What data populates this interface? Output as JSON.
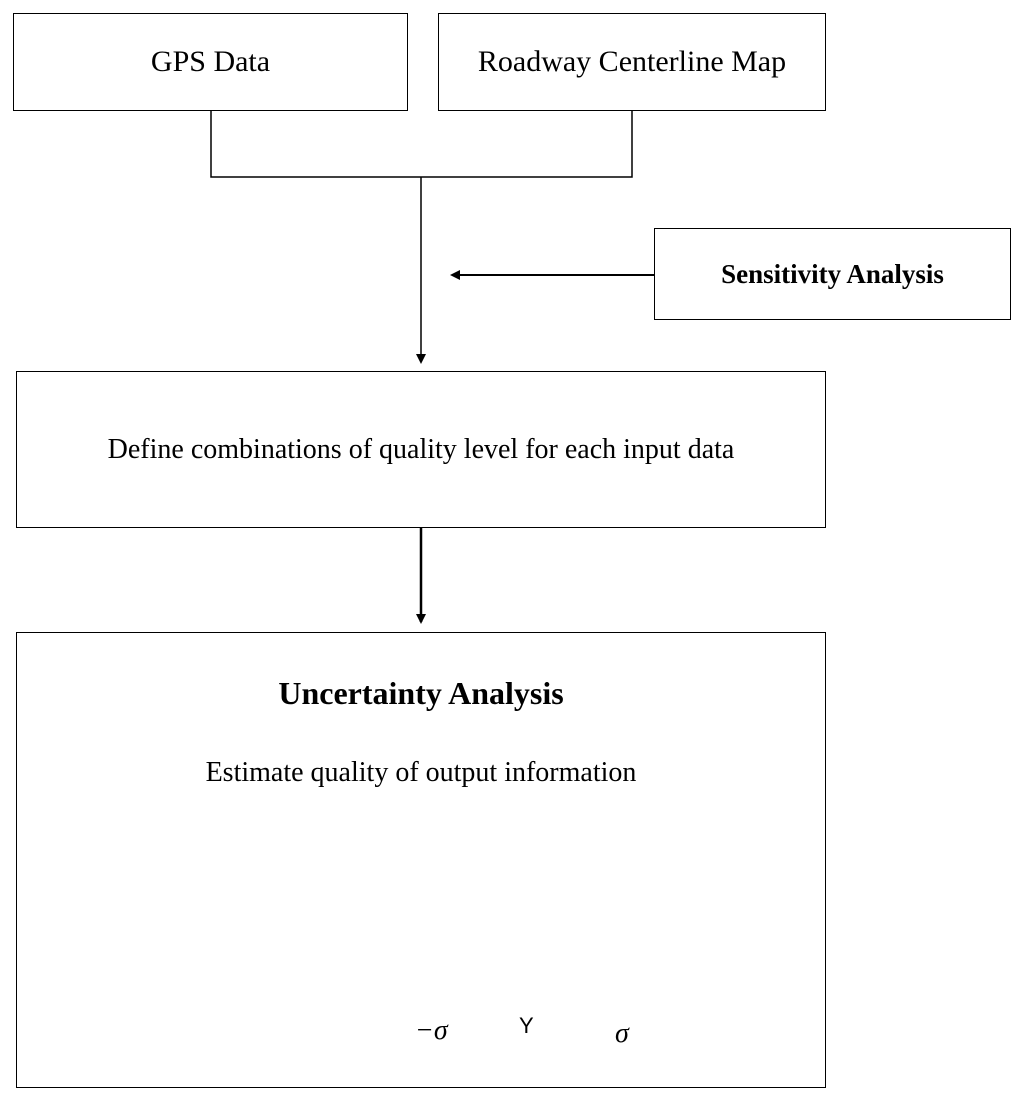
{
  "boxes": {
    "gps": "GPS Data",
    "map": "Roadway Centerline Map",
    "sensitivity": "Sensitivity Analysis",
    "define": "Define combinations of quality level for each input data",
    "uncertainty_title": "Uncertainty Analysis",
    "uncertainty_subtitle": "Estimate quality of output information"
  },
  "curve_labels": {
    "neg_sigma": "−σ",
    "mean": "Y",
    "sigma": "σ"
  }
}
